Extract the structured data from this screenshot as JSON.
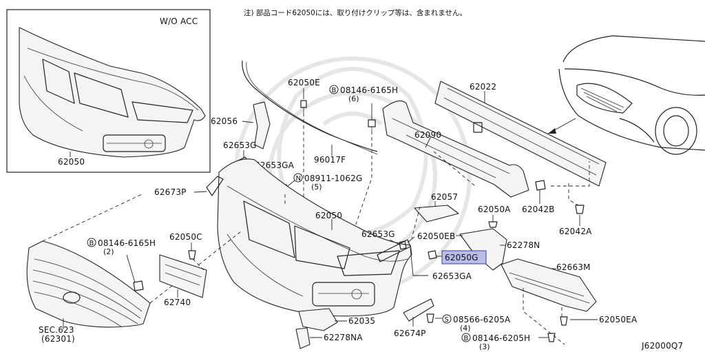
{
  "note": "注) 部品コード62050には、取り付けクリップ等は、含まれません。",
  "inset_label": "W/O ACC",
  "diagram_code": "J62000Q7",
  "parts": {
    "inset_62050": "62050",
    "p62050E": "62050E",
    "bolt_08146_6165H_top": "08146-6165H",
    "qty_6": "(6)",
    "p62022": "62022",
    "p62056": "62056",
    "p62090": "62090",
    "p62653G_top": "62653G",
    "p62653GA_top": "62653GA",
    "p96017F": "96017F",
    "nut_08911_1062G": "08911-1062G",
    "qty_5": "(5)",
    "p62673P": "62673P",
    "p62057": "62057",
    "p62050_main": "62050",
    "p62050A": "62050A",
    "p62042B": "62042B",
    "p62042A": "62042A",
    "bolt_08146_6165H_left": "08146-6165H",
    "qty_2": "(2)",
    "p62050C": "62050C",
    "p62653G_mid": "62653G",
    "p62050EB": "62050EB",
    "p62278N": "62278N",
    "p62050G": "62050G",
    "p62663M": "62663M",
    "p62653GA_mid": "62653GA",
    "p62740": "62740",
    "p62035": "62035",
    "screw_08566_6205A": "08566-6205A",
    "qty_4": "(4)",
    "p62050EA": "62050EA",
    "sec_623": "SEC.623",
    "sec_62301": "(62301)",
    "p62278NA": "62278NA",
    "p62674P": "62674P",
    "bolt_08146_6205H": "08146-6205H",
    "qty_3": "(3)"
  },
  "badges": {
    "bolt": "B",
    "nut": "N",
    "screw": "S"
  },
  "highlight_part": "62050G",
  "colors": {
    "highlight_fill": "#b9bde6",
    "highlight_stroke": "#3a3f8f",
    "line": "#222222"
  }
}
